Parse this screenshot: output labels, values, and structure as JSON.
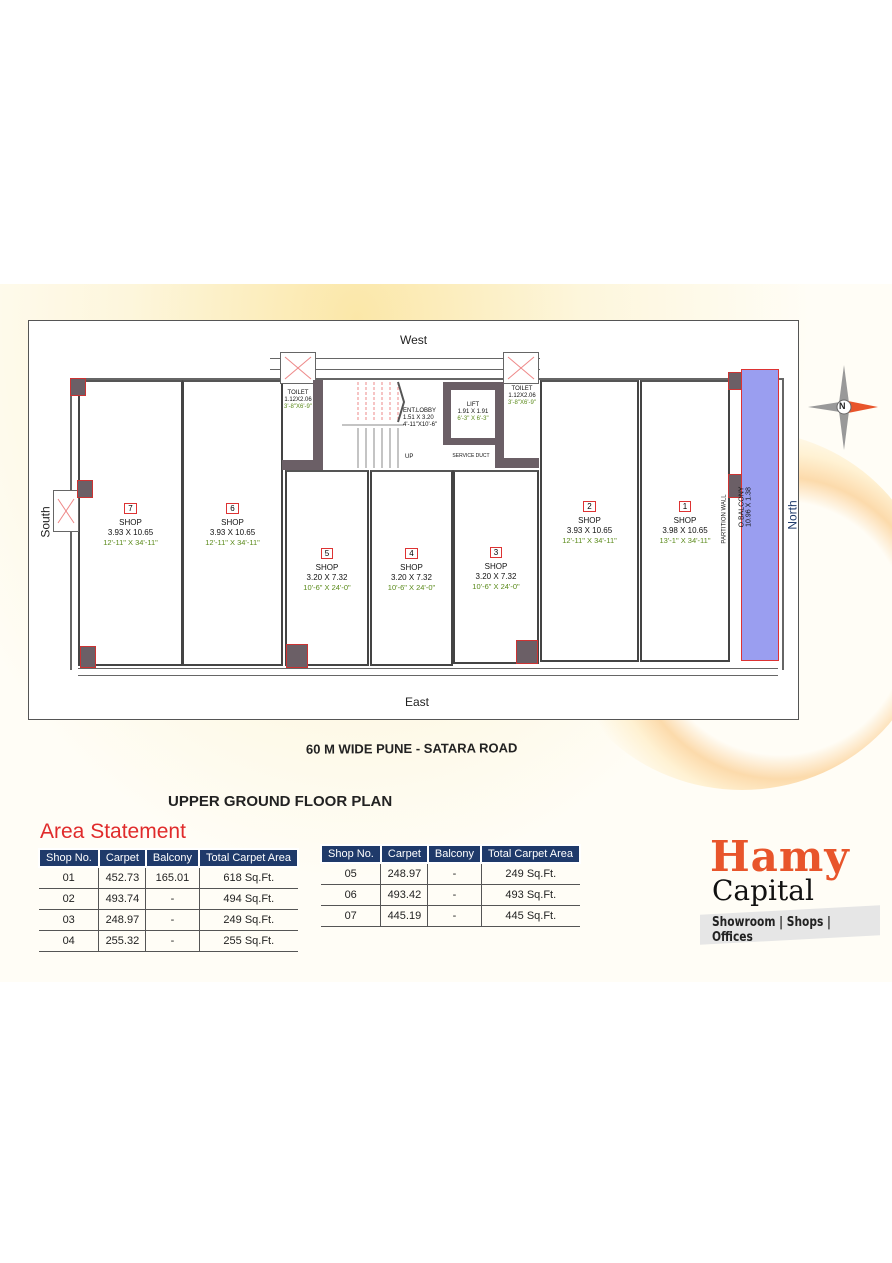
{
  "plan": {
    "directions": {
      "west": "West",
      "east": "East",
      "south": "South",
      "north": "North",
      "compass": "N"
    },
    "shops": [
      {
        "no": "7",
        "label": "SHOP",
        "metric": "3.93 X 10.65",
        "imperial": "12'-11\" X 34'-11\""
      },
      {
        "no": "6",
        "label": "SHOP",
        "metric": "3.93 X 10.65",
        "imperial": "12'-11\" X 34'-11\""
      },
      {
        "no": "5",
        "label": "SHOP",
        "metric": "3.20 X 7.32",
        "imperial": "10'-6\" X 24'-0\""
      },
      {
        "no": "4",
        "label": "SHOP",
        "metric": "3.20 X 7.32",
        "imperial": "10'-6\" X 24'-0\""
      },
      {
        "no": "3",
        "label": "SHOP",
        "metric": "3.20 X 7.32",
        "imperial": "10'-6\" X 24'-0\""
      },
      {
        "no": "2",
        "label": "SHOP",
        "metric": "3.93 X 10.65",
        "imperial": "12'-11\" X 34'-11\""
      },
      {
        "no": "1",
        "label": "SHOP",
        "metric": "3.98 X 10.65",
        "imperial": "13'-1\" X 34'-11\""
      }
    ],
    "toilet_left": {
      "label": "TOILET",
      "metric": "1.12X2.06",
      "imperial": "3'-8\"X6'-9\""
    },
    "toilet_right": {
      "label": "TOILET",
      "metric": "1.12X2.06",
      "imperial": "3'-8\"X6'-9\""
    },
    "lobby": {
      "label": "ENT.LOBBY",
      "metric": "1.51 X 3.20",
      "imperial": "4'-11\"X10'-6\""
    },
    "lift": {
      "label": "LIFT",
      "metric": "1.91 X 1.91",
      "imperial": "6'-3\" X 6'-3\""
    },
    "stairs_label": "UP",
    "service_duct": "SERVICE DUCT",
    "partition_wall": "PARTITION WALL",
    "balcony": {
      "label": "O.BALCONY",
      "metric": "10.96 X 1.38"
    }
  },
  "road_label": "60 M WIDE PUNE - SATARA ROAD",
  "plan_title": "UPPER GROUND FLOOR PLAN",
  "area_statement": {
    "title": "Area Statement",
    "headers": [
      "Shop No.",
      "Carpet",
      "Balcony",
      "Total Carpet Area"
    ],
    "table_left": [
      [
        "01",
        "452.73",
        "165.01",
        "618 Sq.Ft."
      ],
      [
        "02",
        "493.74",
        "-",
        "494 Sq.Ft."
      ],
      [
        "03",
        "248.97",
        "-",
        "249 Sq.Ft."
      ],
      [
        "04",
        "255.32",
        "-",
        "255 Sq.Ft."
      ]
    ],
    "table_right": [
      [
        "05",
        "248.97",
        "-",
        "249 Sq.Ft."
      ],
      [
        "06",
        "493.42",
        "-",
        "493 Sq.Ft."
      ],
      [
        "07",
        "445.19",
        "-",
        "445 Sq.Ft."
      ]
    ]
  },
  "brand": {
    "name_top": "Hamy",
    "name_bottom": "Capital",
    "tagline": "Showroom | Shops | Offices",
    "accent": "#e8552b"
  },
  "colors": {
    "header_bg": "#1f3a6a",
    "balcony": "#9a9ef0",
    "title_red": "#e02b2b"
  }
}
